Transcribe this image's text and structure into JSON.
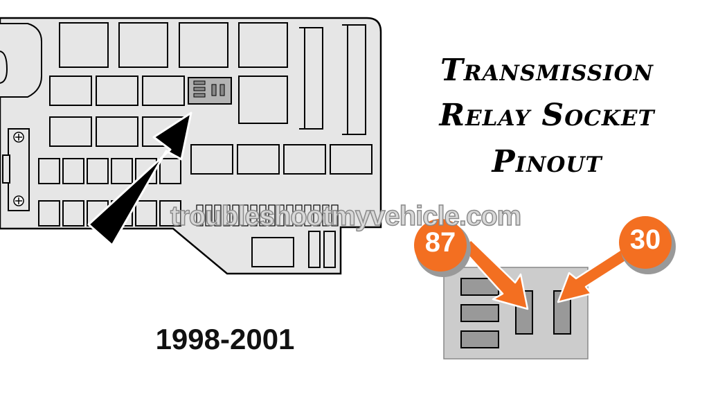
{
  "title": {
    "line1": "Transmission",
    "line2": "Relay Socket",
    "line3": "Pinout"
  },
  "years": "1998-2001",
  "watermark": "troubleshootmyvehicle.com",
  "pins": [
    {
      "label": "87"
    },
    {
      "label": "30"
    }
  ],
  "colors": {
    "fuse_box_fill": "#e6e6e6",
    "socket_fill": "#cccccc",
    "terminal_fill": "#999999",
    "badge_orange": "#f36f21",
    "badge_shadow": "#999999"
  },
  "icons": [
    "arrow-icon",
    "screw-icon",
    "relay-icon"
  ]
}
